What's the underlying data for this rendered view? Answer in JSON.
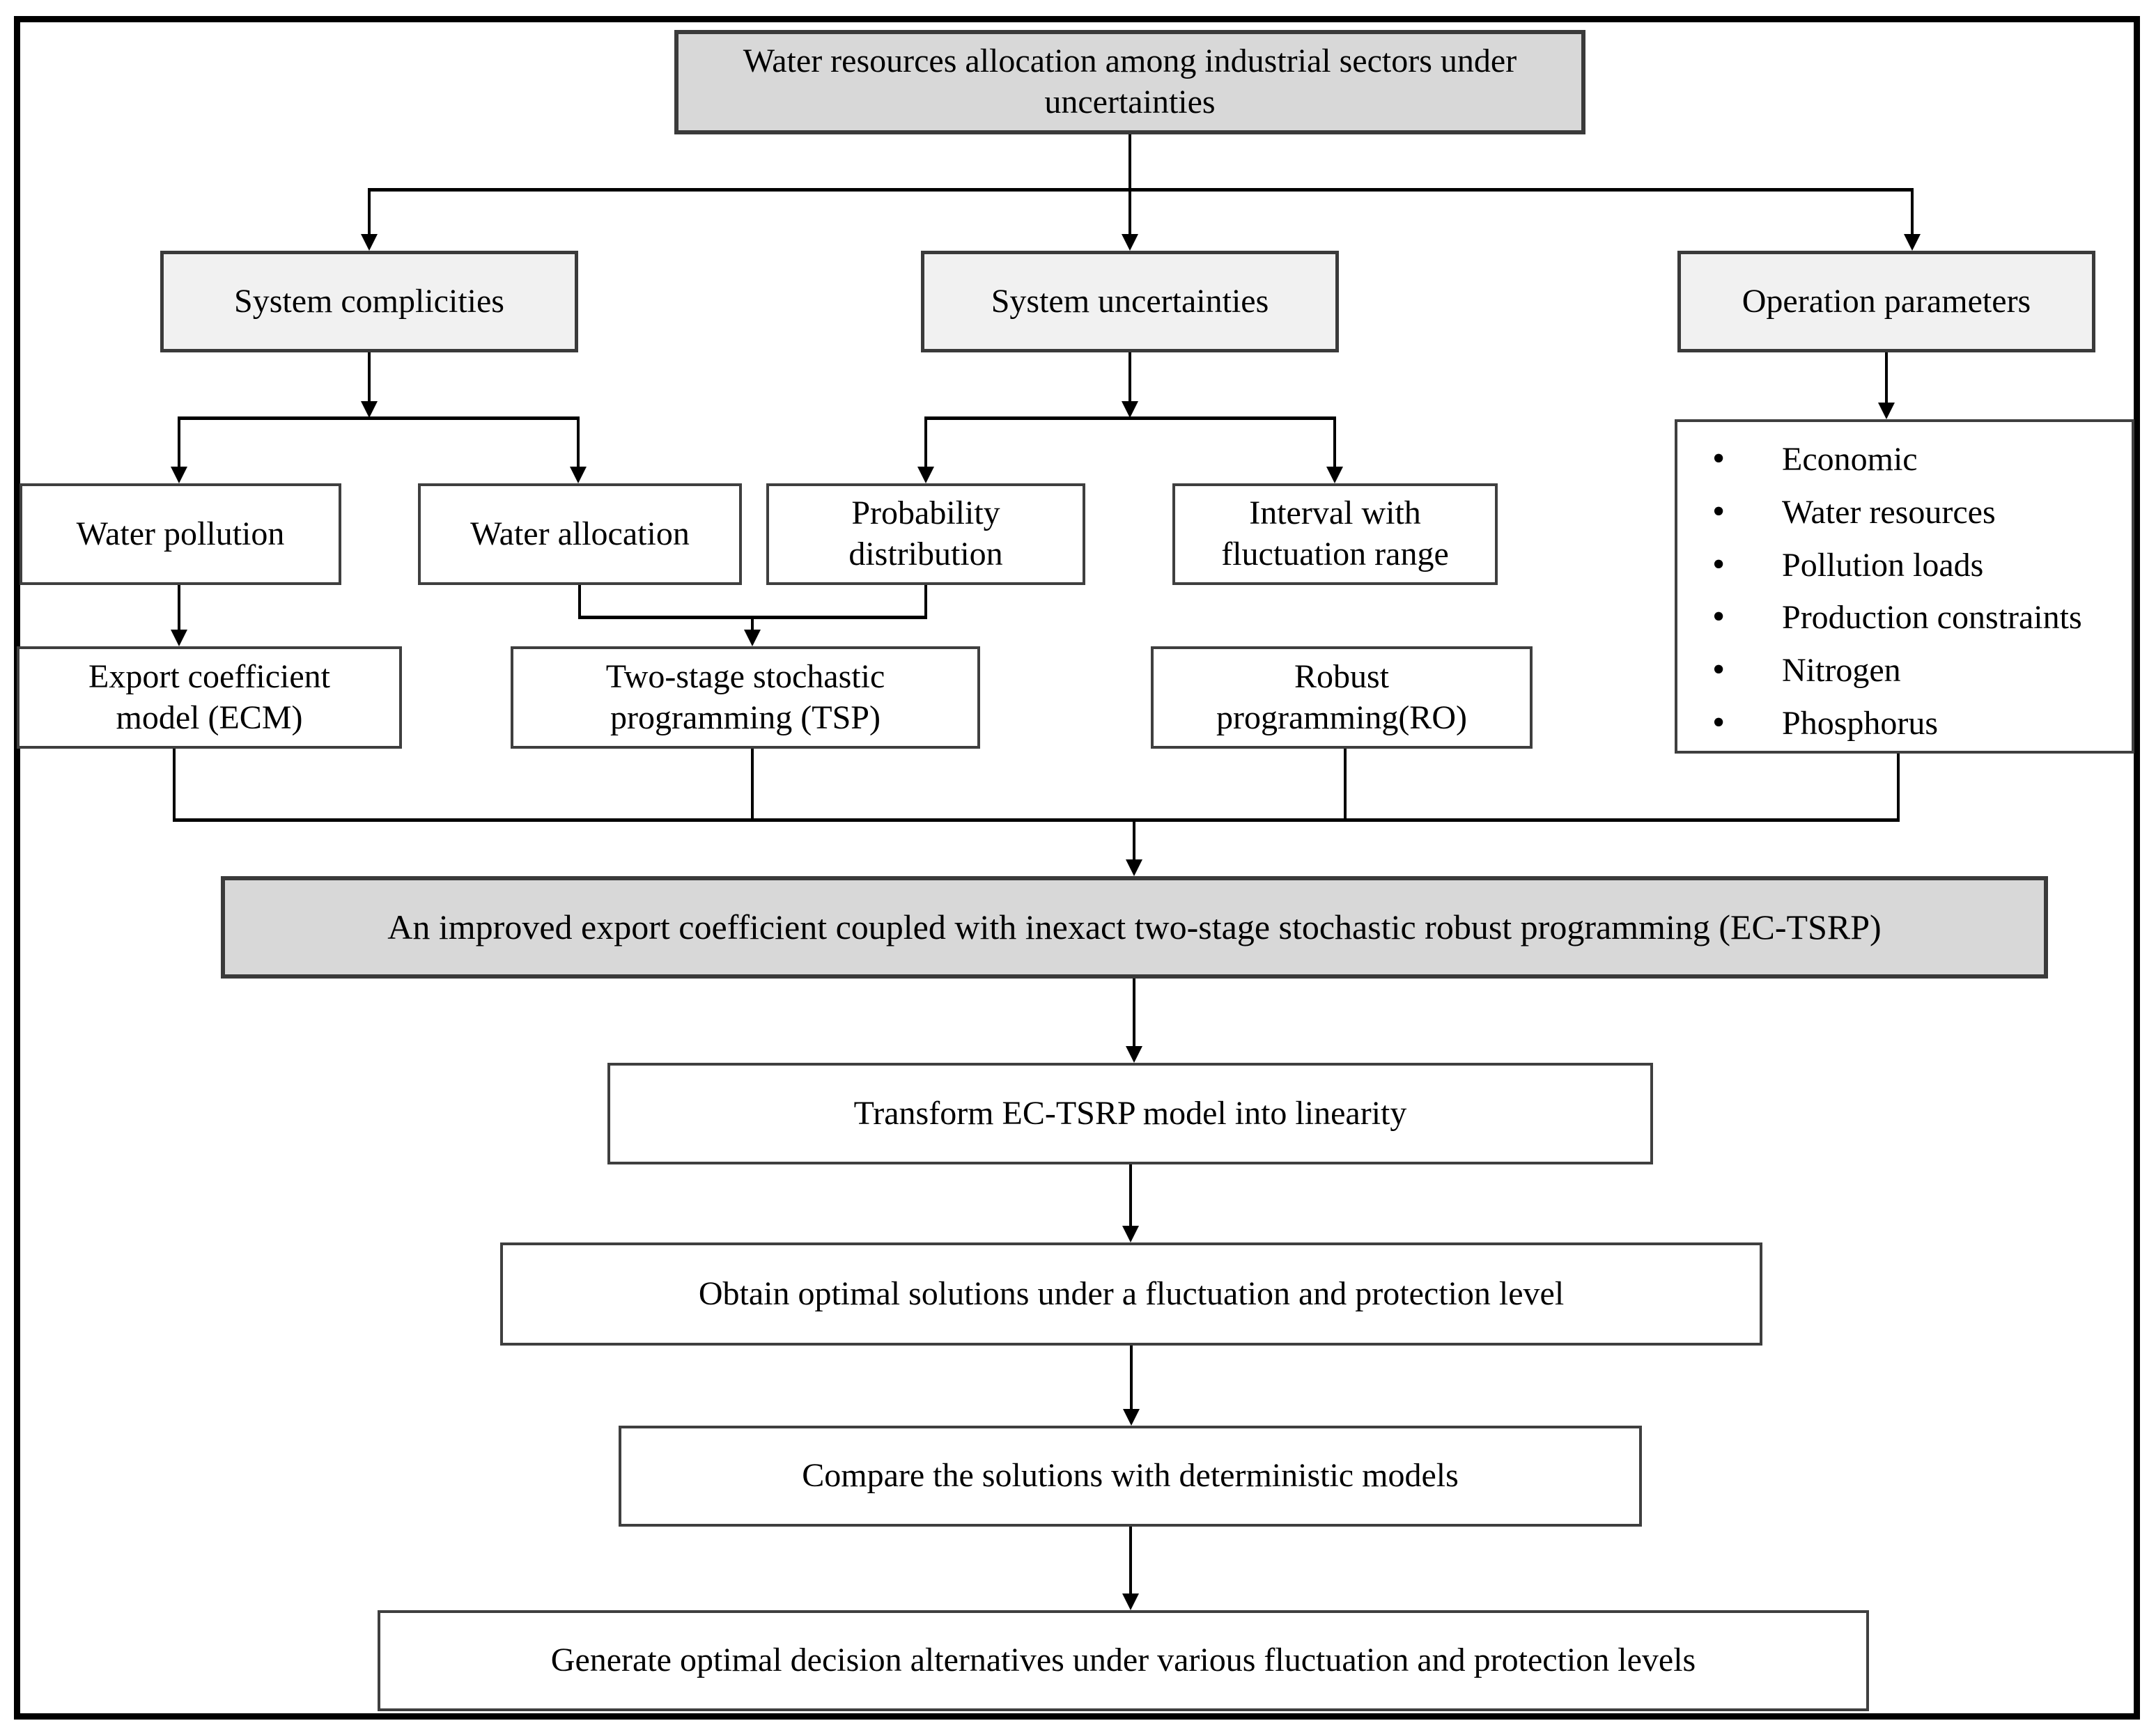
{
  "diagram": {
    "colors": {
      "emphasis_fill": "#d8d8d8",
      "secondary_fill": "#f1f1f1",
      "plain_fill": "#ffffff",
      "box_border": "#3f3f3f",
      "connector": "#000000"
    },
    "nodes": {
      "root": {
        "label": "Water resources allocation among industrial sectors under uncertainties"
      },
      "complicities": {
        "label": "System complicities"
      },
      "uncertainties": {
        "label": "System uncertainties"
      },
      "operation": {
        "label": "Operation parameters"
      },
      "pollution": {
        "label": "Water pollution"
      },
      "allocation": {
        "label": "Water allocation"
      },
      "probability": {
        "label": "Probability distribution"
      },
      "interval": {
        "label": "Interval with fluctuation range"
      },
      "ecm": {
        "label": "Export coefficient model (ECM)"
      },
      "tsp": {
        "label": "Two-stage stochastic programming (TSP)"
      },
      "ro": {
        "label": "Robust programming(RO)"
      },
      "params_list": {
        "items": [
          "Economic",
          "Water resources",
          "Pollution loads",
          "Production constraints",
          "Nitrogen",
          "Phosphorus"
        ]
      },
      "ectsrp": {
        "label": "An improved export coefficient coupled with inexact two-stage stochastic robust programming (EC-TSRP)"
      },
      "transform": {
        "label": "Transform EC-TSRP model into linearity"
      },
      "obtain": {
        "label": "Obtain optimal solutions under a fluctuation and protection level"
      },
      "compare": {
        "label": "Compare the solutions with deterministic models"
      },
      "generate": {
        "label": "Generate optimal decision alternatives under various fluctuation and protection levels"
      }
    },
    "edges": [
      {
        "from": "root",
        "to": "complicities"
      },
      {
        "from": "root",
        "to": "uncertainties"
      },
      {
        "from": "root",
        "to": "operation"
      },
      {
        "from": "complicities",
        "to": "pollution"
      },
      {
        "from": "complicities",
        "to": "allocation"
      },
      {
        "from": "uncertainties",
        "to": "probability"
      },
      {
        "from": "uncertainties",
        "to": "interval"
      },
      {
        "from": "operation",
        "to": "params_list"
      },
      {
        "from": "pollution",
        "to": "ecm"
      },
      {
        "from": "allocation",
        "to": "tsp"
      },
      {
        "from": "probability",
        "to": "tsp"
      },
      {
        "from": "ecm",
        "to": "ectsrp"
      },
      {
        "from": "tsp",
        "to": "ectsrp"
      },
      {
        "from": "ro",
        "to": "ectsrp"
      },
      {
        "from": "params_list",
        "to": "ectsrp"
      },
      {
        "from": "ectsrp",
        "to": "transform"
      },
      {
        "from": "transform",
        "to": "obtain"
      },
      {
        "from": "obtain",
        "to": "compare"
      },
      {
        "from": "compare",
        "to": "generate"
      }
    ]
  }
}
